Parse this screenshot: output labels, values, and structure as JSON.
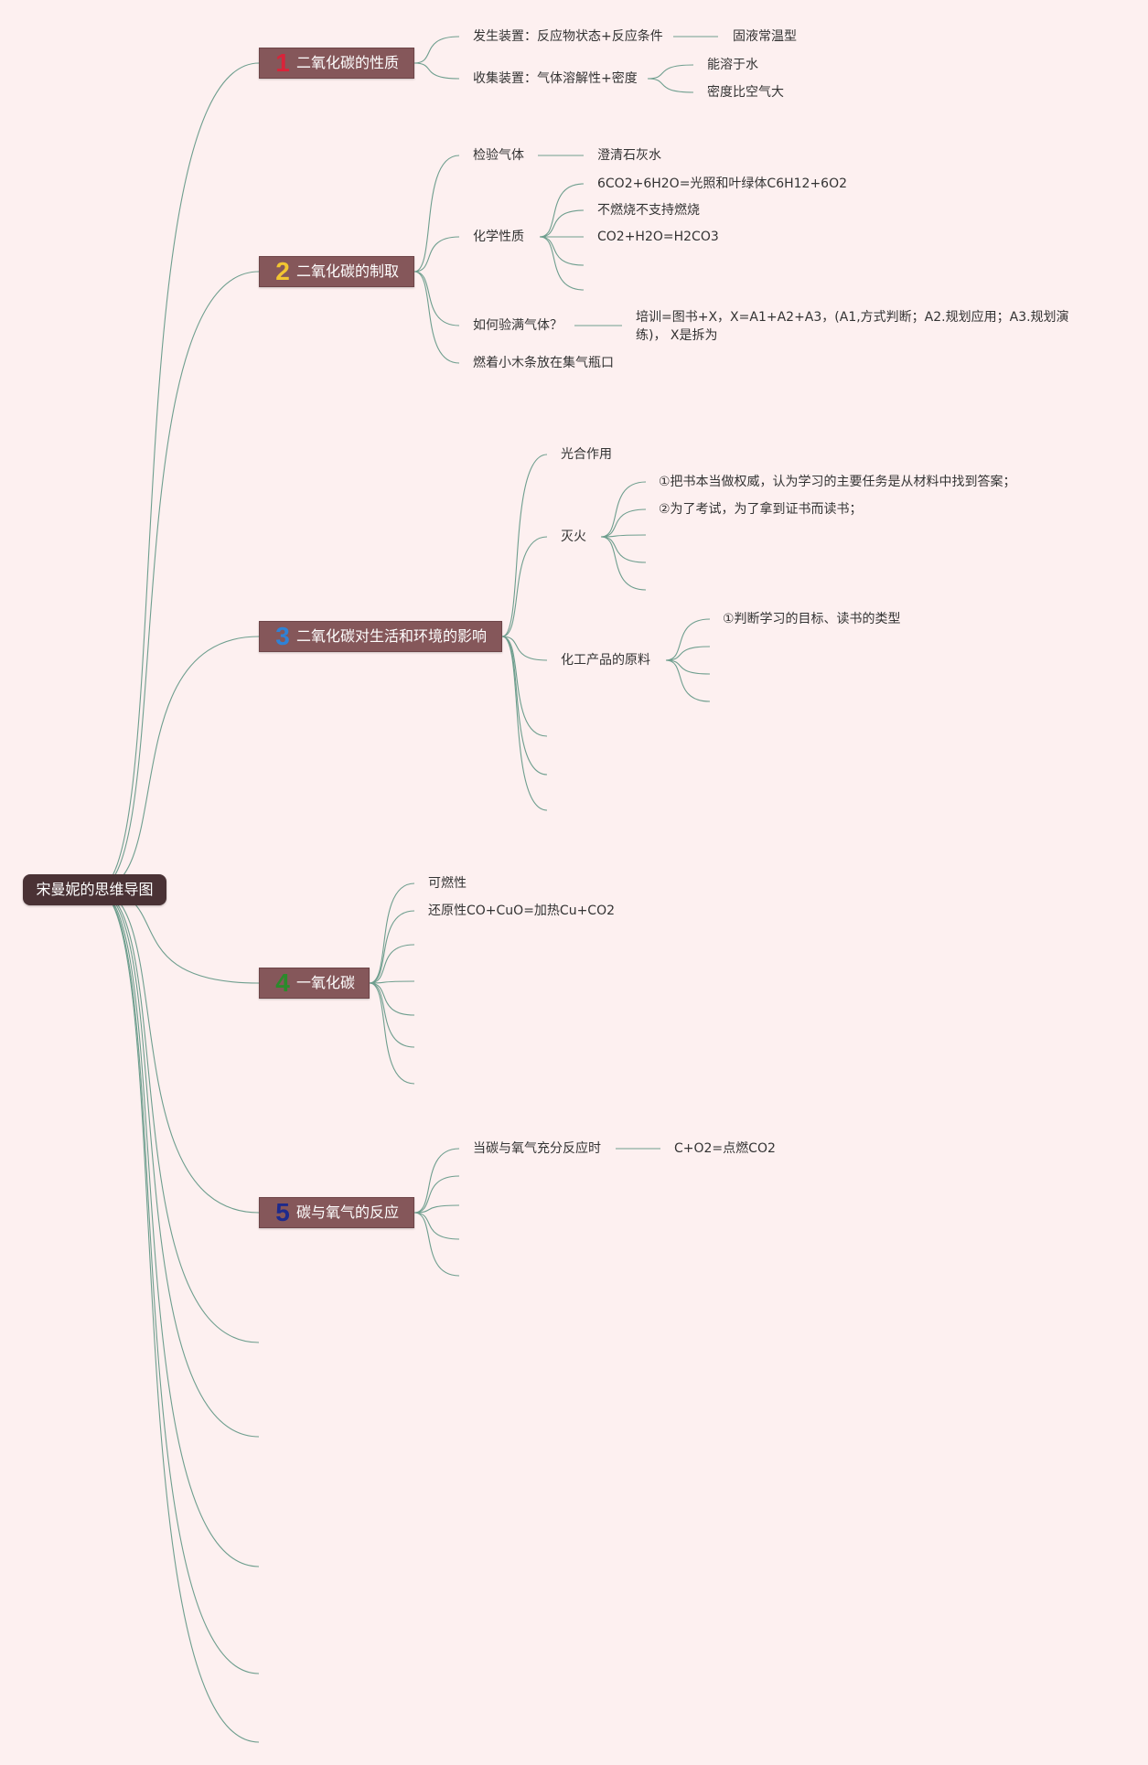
{
  "colors": {
    "background": "#fdf0f0",
    "root_fill": "#4a3235",
    "branch_fill": "#85575a",
    "connector": "#6e9e8e",
    "text": "#333333"
  },
  "root": {
    "label": "宋曼妮的思维导图"
  },
  "branches": [
    {
      "number": "1",
      "number_color": "#d9243a",
      "label": "二氧化碳的性质",
      "children": [
        {
          "label": "发生装置：反应物状态+反应条件",
          "children": [
            "固液常温型"
          ]
        },
        {
          "label": "收集装置：气体溶解性+密度",
          "children": [
            "能溶于水",
            "密度比空气大"
          ]
        }
      ]
    },
    {
      "number": "2",
      "number_color": "#f2c531",
      "label": "二氧化碳的制取",
      "children": [
        {
          "label": "检验气体",
          "children": [
            "澄清石灰水"
          ]
        },
        {
          "label": "化学性质",
          "children": [
            "6CO2+6H2O=光照和叶绿体C6H12+6O2",
            "不燃烧不支持燃烧",
            "CO2+H2O=H2CO3"
          ]
        },
        {
          "label": "如何验满气体？",
          "children": [
            "培训=图书+X，X=A1+A2+A3，(A1,方式判断；A2.规划应用；A3.规划演练)， X是拆为"
          ]
        },
        {
          "label": "燃着小木条放在集气瓶口",
          "children": []
        }
      ]
    },
    {
      "number": "3",
      "number_color": "#2f82d6",
      "label": "二氧化碳对生活和环境的影响",
      "children": [
        {
          "label": "光合作用",
          "children": []
        },
        {
          "label": "灭火",
          "children": [
            "①把书本当做权威，认为学习的主要任务是从材料中找到答案；",
            "②为了考试，为了拿到证书而读书；"
          ]
        },
        {
          "label": "化工产品的原料",
          "children": [
            "①判断学习的目标、读书的类型"
          ]
        }
      ]
    },
    {
      "number": "4",
      "number_color": "#2b8a2b",
      "label": "一氧化碳",
      "children": [
        {
          "label": "可燃性",
          "children": []
        },
        {
          "label": "还原性CO+CuO=加热Cu+CO2",
          "children": []
        }
      ]
    },
    {
      "number": "5",
      "number_color": "#1e2a8c",
      "label": "碳与氧气的反应",
      "children": [
        {
          "label": "当碳与氧气充分反应时",
          "children": [
            "C+O2=点燃CO2"
          ]
        }
      ]
    }
  ]
}
